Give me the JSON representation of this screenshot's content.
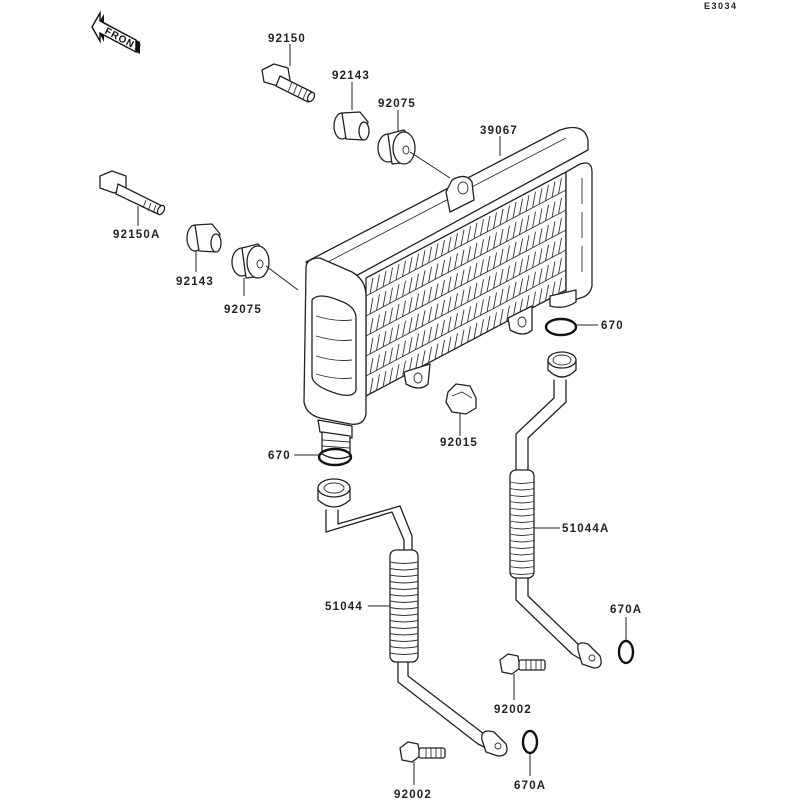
{
  "diagram": {
    "title_code": "E3034",
    "direction_indicator": "FRONT",
    "parts": [
      {
        "id": "92150",
        "name": "bolt"
      },
      {
        "id": "92143",
        "name": "collar"
      },
      {
        "id": "92075",
        "name": "grommet"
      },
      {
        "id": "39067",
        "name": "oil-cooler"
      },
      {
        "id": "92150A",
        "name": "bolt-long"
      },
      {
        "id": "92143",
        "name": "collar"
      },
      {
        "id": "92075",
        "name": "grommet"
      },
      {
        "id": "670",
        "name": "o-ring"
      },
      {
        "id": "670",
        "name": "o-ring"
      },
      {
        "id": "92015",
        "name": "cap-nut"
      },
      {
        "id": "51044A",
        "name": "oil-pipe-right"
      },
      {
        "id": "51044",
        "name": "oil-pipe-left"
      },
      {
        "id": "670A",
        "name": "o-ring"
      },
      {
        "id": "92002",
        "name": "bolt"
      },
      {
        "id": "92002",
        "name": "bolt"
      },
      {
        "id": "670A",
        "name": "o-ring"
      }
    ]
  }
}
